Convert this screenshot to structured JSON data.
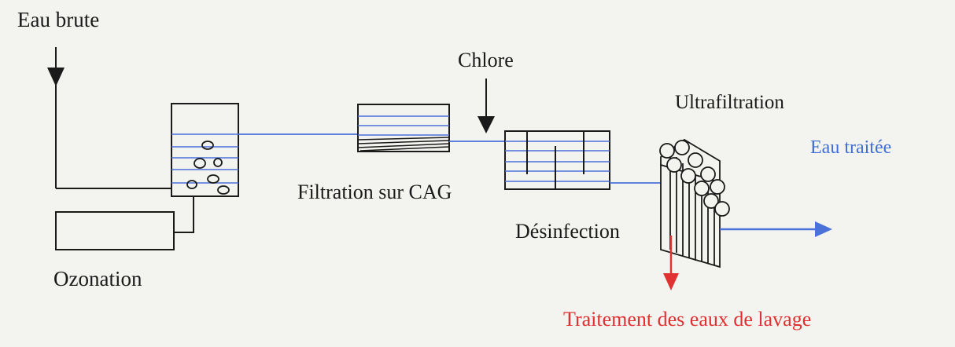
{
  "labels": {
    "raw_water": "Eau brute",
    "chlorine": "Chlore",
    "ultrafiltration": "Ultrafiltration",
    "treated_water": "Eau traitée",
    "gac_filtration": "Filtration sur CAG",
    "disinfection": "Désinfection",
    "ozonation": "Ozonation",
    "wash_water": "Traitement des eaux de lavage"
  },
  "colors": {
    "line": "#1a1a1a",
    "water": "#4a6fd8",
    "output_arrow": "#4a72d8",
    "wash_arrow": "#e03232",
    "label_blue": "#3e6fd6",
    "label_red": "#e03030"
  }
}
